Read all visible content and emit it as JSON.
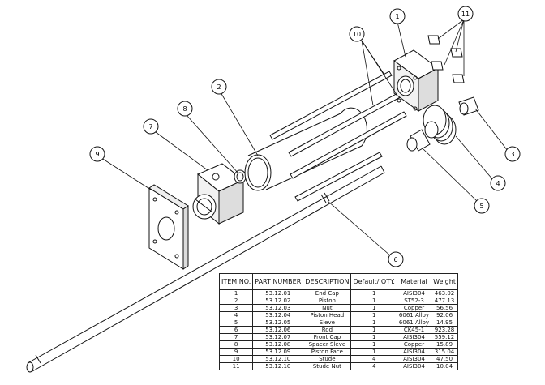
{
  "bom": {
    "headers": [
      "ITEM NO.",
      "PART NUMBER",
      "DESCRIPTION",
      "Default/ QTY.",
      "Material",
      "Weight"
    ],
    "rows": [
      [
        "1",
        "53.12.01",
        "End Cap",
        "1",
        "AISI304",
        "463.02"
      ],
      [
        "2",
        "53.12.02",
        "Piston",
        "1",
        "ST52-3",
        "477.13"
      ],
      [
        "3",
        "53.12.03",
        "Nut",
        "1",
        "Copper",
        "56.56"
      ],
      [
        "4",
        "53.12.04",
        "Piston Head",
        "1",
        "6061 Alloy",
        "92.06"
      ],
      [
        "5",
        "53.12.05",
        "Sleve",
        "1",
        "6061 Alloy",
        "14.95"
      ],
      [
        "6",
        "53.12.06",
        "Rod",
        "1",
        "CK45-1",
        "923.28"
      ],
      [
        "7",
        "53.12.07",
        "Front Cap",
        "1",
        "AISI304",
        "559.12"
      ],
      [
        "8",
        "53.12.08",
        "Spacer Sleve",
        "1",
        "Copper",
        "15.89"
      ],
      [
        "9",
        "53.12.09",
        "Piston Face",
        "1",
        "AISI304",
        "315.04"
      ],
      [
        "10",
        "53.12.10",
        "Stude",
        "4",
        "AISI304",
        "47.50"
      ],
      [
        "11",
        "53.12.10",
        "Stude Nut",
        "4",
        "AISI304",
        "10.04"
      ]
    ]
  },
  "balloons": [
    "1",
    "2",
    "3",
    "4",
    "5",
    "6",
    "7",
    "8",
    "9",
    "10",
    "11"
  ]
}
